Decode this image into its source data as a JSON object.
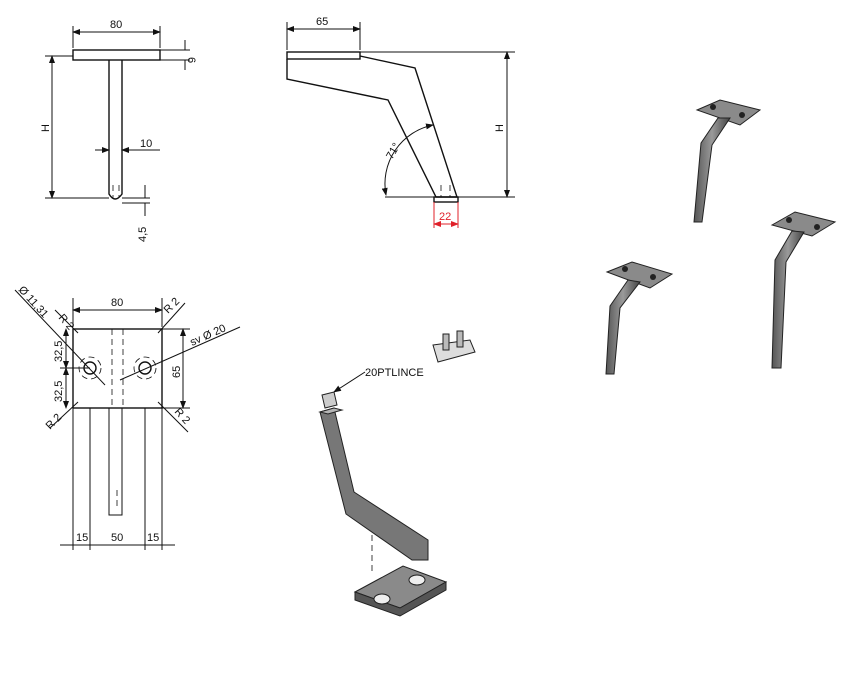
{
  "front_view": {
    "width_80": "80",
    "thickness_6": "6",
    "height_H": "H",
    "stem_10": "10",
    "bottom_4_5": "4,5"
  },
  "side_view": {
    "width_65": "65",
    "height_H": "H",
    "angle": "71°",
    "foot_22": "22"
  },
  "plan_view": {
    "hole_dia": "Ø 11,31",
    "radius_tl": "R 2",
    "radius_tr": "R 2",
    "radius_bl": "R 2",
    "radius_br": "R 2",
    "width_80": "80",
    "offset_top": "32,5",
    "offset_bottom": "32,5",
    "depth_65": "65",
    "countersink": "sv Ø 20",
    "bottom_left_15": "15",
    "bottom_mid_50": "50",
    "bottom_right_15": "15"
  },
  "assembly": {
    "part_label": "20PTLINCE"
  },
  "colors": {
    "line": "#111111",
    "highlight": "#e0202a",
    "metal": "#6b6b6b"
  }
}
